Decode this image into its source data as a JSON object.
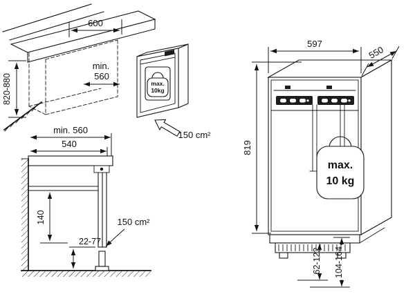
{
  "figure": {
    "views": {
      "niche": {
        "width": "600",
        "depth_label": "min.",
        "depth_value": "560",
        "height_range": "820-880",
        "vent_area": "150 cm²",
        "weight": {
          "label": "max.",
          "value": "10kg"
        }
      },
      "section": {
        "depth_min": "min. 560",
        "worktop_depth": "540",
        "rear_height": "140",
        "vent_area": "150 cm²",
        "floor_gap": "22-77"
      },
      "appliance": {
        "width": "597",
        "depth": "550",
        "height": "819",
        "plinth_gap_small": "62-122",
        "plinth_gap_large": "104-164",
        "weight": {
          "label": "max.",
          "value": "10 kg"
        }
      }
    }
  }
}
